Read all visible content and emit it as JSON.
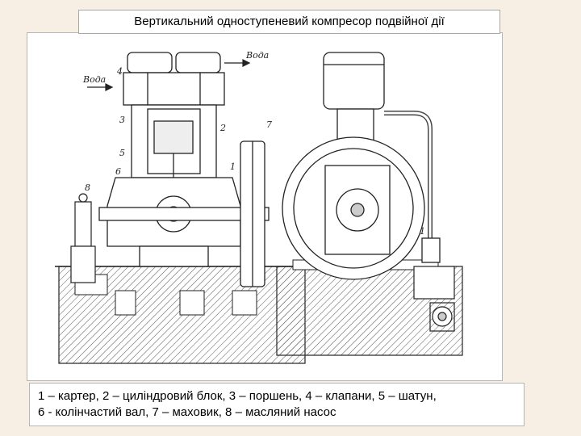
{
  "title": "Вертикальний одноступеневий компресор подвійної дії",
  "caption": {
    "line1": "1 – картер, 2 – циліндровий блок, 3 – поршень, 4 – клапани, 5 – шатун,",
    "line2": "6 - колінчастий вал, 7 – маховик, 8 – масляний насос"
  },
  "drawing_labels": {
    "water_in": "Вода",
    "water_out": "Вода",
    "n1": "1",
    "n1b": "1",
    "n2": "2",
    "n3": "3",
    "n4": "4",
    "n5": "5",
    "n6": "6",
    "n7": "7",
    "n8": "8"
  }
}
